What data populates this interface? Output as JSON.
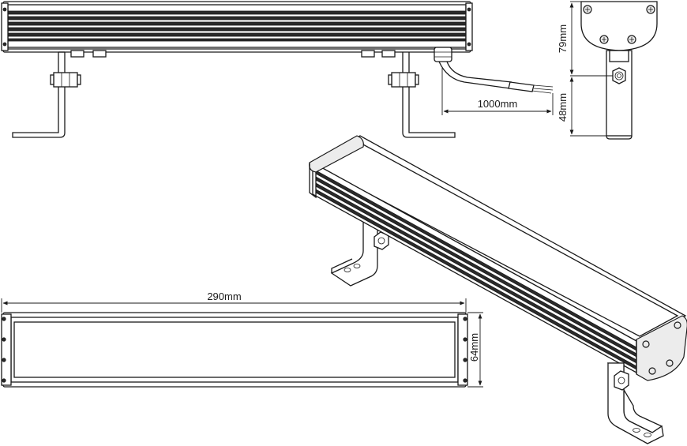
{
  "dimensions": {
    "length": "290mm",
    "height": "64mm",
    "cable_length": "1000mm",
    "end_height": "79mm",
    "bracket_height": "48mm"
  }
}
